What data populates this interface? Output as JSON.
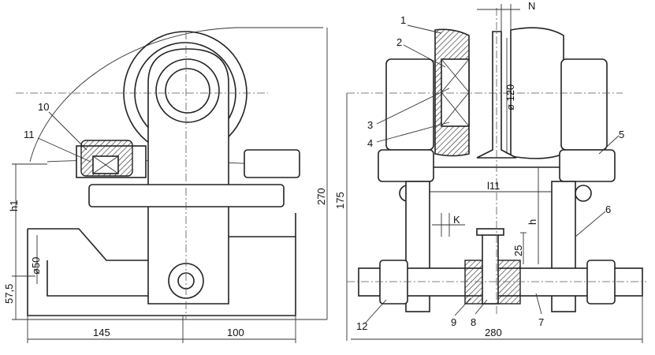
{
  "left_view": {
    "callouts": [
      "10",
      "11"
    ],
    "dimensions": {
      "h1": "h1",
      "d50": "ø50",
      "d57": "57,5",
      "d270": "270",
      "d145": "145",
      "d100": "100"
    }
  },
  "right_view": {
    "callouts": [
      "1",
      "2",
      "3",
      "4",
      "5",
      "6",
      "7",
      "8",
      "9",
      "12"
    ],
    "dimensions": {
      "N": "N",
      "d120": "ø 120",
      "l11": "l11",
      "h": "h",
      "K": "K",
      "d25": "25",
      "d175": "175",
      "d280": "280"
    }
  }
}
